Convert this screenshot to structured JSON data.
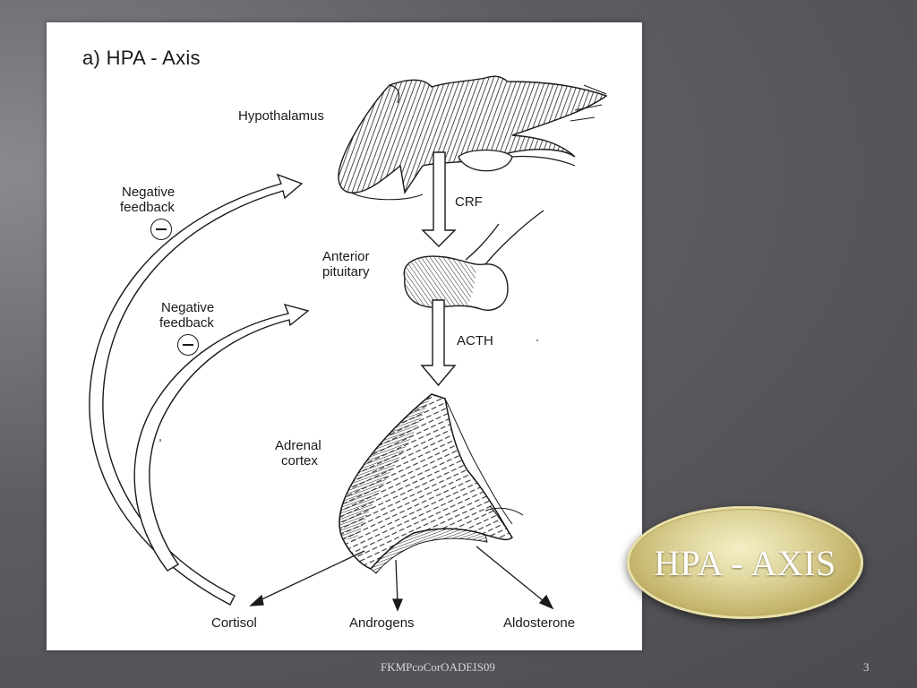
{
  "slide": {
    "title": "HPA - AXIS",
    "footer_text": "FKMPcoCorOADEIS09",
    "page_number": "3"
  },
  "diagram": {
    "title": "a)   HPA - Axis",
    "labels": {
      "hypothalamus": "Hypothalamus",
      "crf": "CRF",
      "anterior_pituitary_line1": "Anterior",
      "anterior_pituitary_line2": "pituitary",
      "acth": "ACTH",
      "adrenal_cortex_line1": "Adrenal",
      "adrenal_cortex_line2": "cortex",
      "cortisol": "Cortisol",
      "androgens": "Androgens",
      "aldosterone": "Aldosterone",
      "outer_feedback_line1": "Negative",
      "outer_feedback_line2": "feedback",
      "inner_feedback_line1": "Negative",
      "inner_feedback_line2": "feedback"
    }
  }
}
